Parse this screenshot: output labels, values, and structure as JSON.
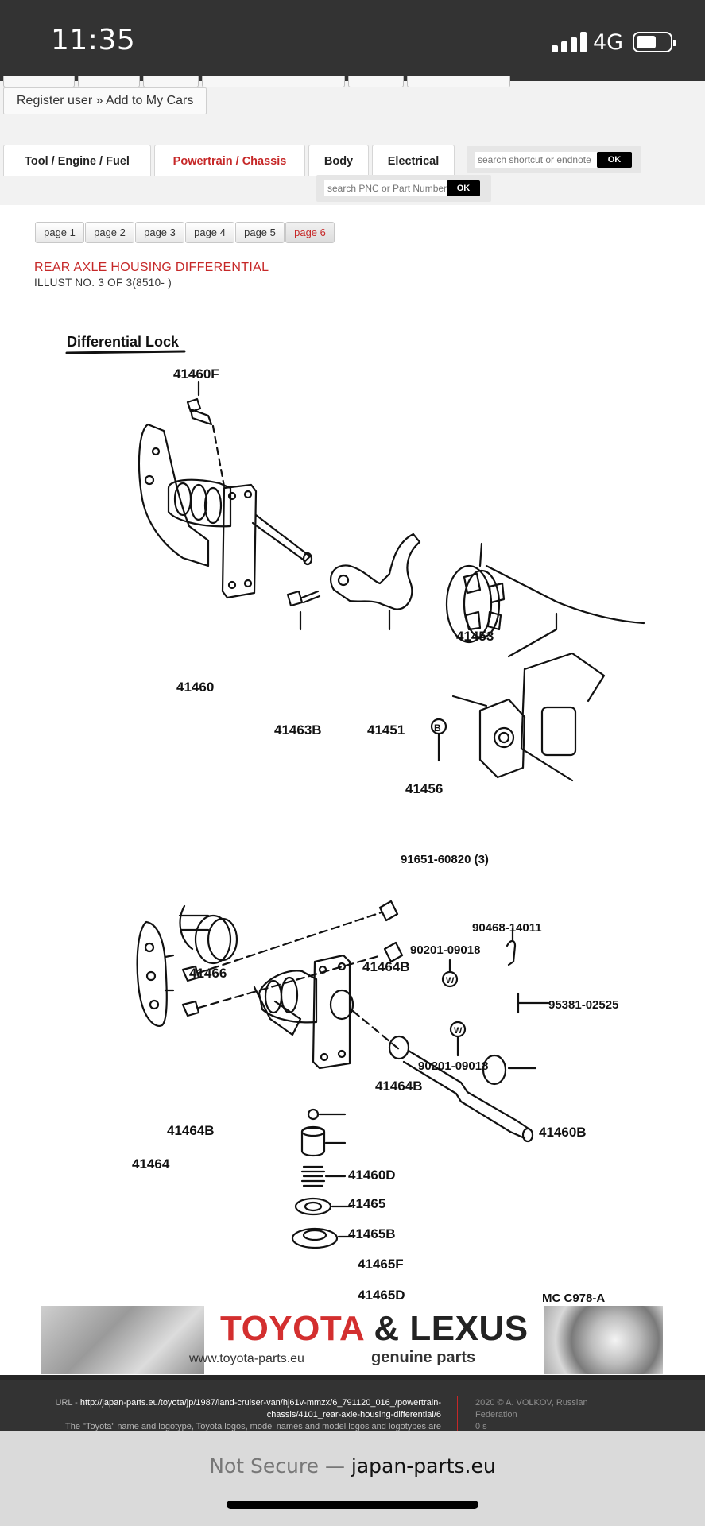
{
  "status_bar": {
    "time": "11:35",
    "network": "4G"
  },
  "user_links": {
    "register": "Register user",
    "separator": "»",
    "add_cars": "Add to My Cars"
  },
  "tabs": [
    {
      "label": "Tool / Engine / Fuel"
    },
    {
      "label": "Powertrain / Chassis"
    },
    {
      "label": "Body"
    },
    {
      "label": "Electrical"
    }
  ],
  "search_shortcut": {
    "placeholder": "search shortcut or endnote",
    "button": "OK"
  },
  "search_pnc": {
    "placeholder": "search PNC or Part Number",
    "button": "OK"
  },
  "pagination": [
    "page 1",
    "page 2",
    "page 3",
    "page 4",
    "page 5",
    "page 6"
  ],
  "current_page": "page 6",
  "section": {
    "title": "REAR AXLE HOUSING DIFFERENTIAL",
    "subtitle": "ILLUST NO. 3 OF 3(8510- )"
  },
  "diagram": {
    "heading": "Differential Lock",
    "labels": {
      "p41460F": "41460F",
      "p41460": "41460",
      "p41463B": "41463B",
      "p41451": "41451",
      "p41453": "41453",
      "p41456": "41456",
      "pB": "B",
      "p91651": "91651-60820 (3)",
      "p90468": "90468-14011",
      "p90201a": "90201-09018",
      "p41466": "41466",
      "p41464Btop": "41464B",
      "pW1": "W",
      "p95381": "95381-02525",
      "pW2": "W",
      "p90201b": "90201-09018",
      "p41464Bmid": "41464B",
      "p41464Bleft": "41464B",
      "p41460B": "41460B",
      "p41464": "41464",
      "p41460D": "41460D",
      "p41465": "41465",
      "p41465B": "41465B",
      "p41465F": "41465F",
      "p41465D": "41465D",
      "code": "MC  C978-A"
    }
  },
  "banner": {
    "brand_a": "TOYOTA",
    "amp": "&",
    "brand_b": "LEXUS",
    "site": "www.toyota-parts.eu",
    "tagline": "genuine parts"
  },
  "footer": {
    "url_label": "URL -",
    "url": "http://japan-parts.eu/toyota/jp/1987/land-cruiser-van/hj61v-mmzx/6_791120_016_/powertrain-chassis/4101_rear-axle-housing-differential/6",
    "trademark": "The \"Toyota\" name and logotype, Toyota logos, model names and model logos and logotypes are",
    "copyright": "2020 © A. VOLKOV, Russian Federation",
    "timing": "0 s"
  },
  "safari": {
    "not_secure": "Not Secure —",
    "domain": "japan-parts.eu"
  },
  "colors": {
    "accent": "#c62828",
    "status_bar": "#333333",
    "footer": "#333333"
  },
  "icons": [
    "signal-icon",
    "battery-icon"
  ]
}
